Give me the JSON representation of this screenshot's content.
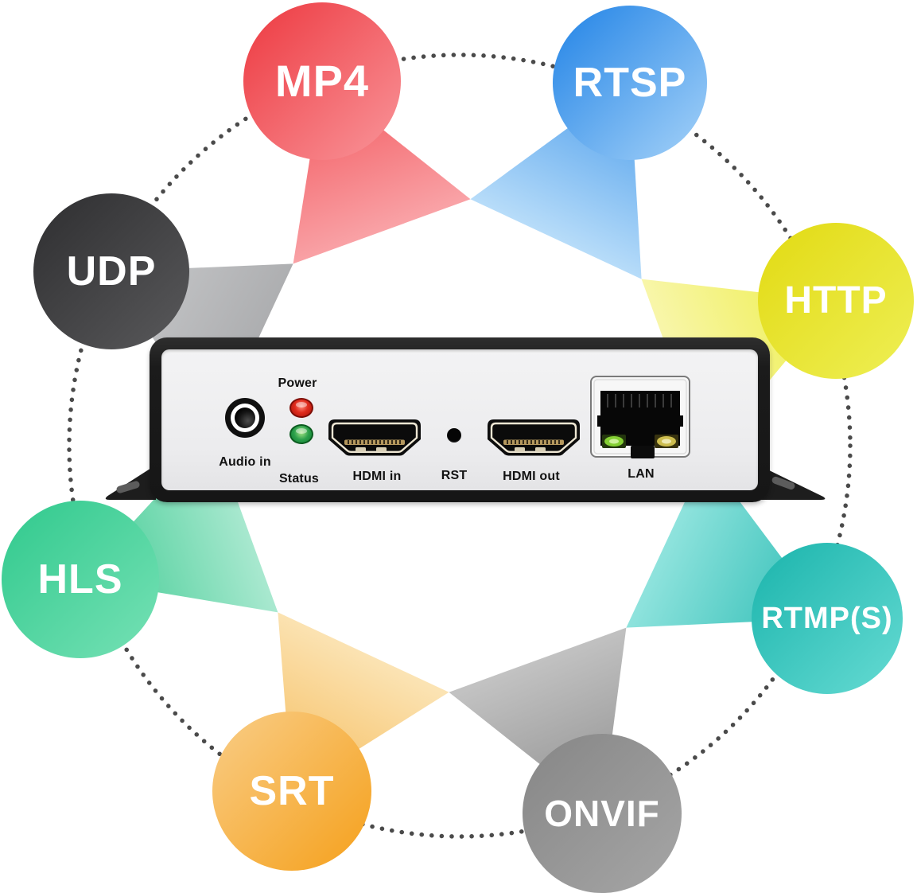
{
  "figure": {
    "description_visible_text_only": "",
    "ring_dot_color": "#4a4a4a"
  },
  "protocols": [
    {
      "id": "mp4",
      "label": "MP4",
      "circle_colors": [
        "#ed3940",
        "#f9959a"
      ],
      "beam_colors": [
        "#f2555b",
        "#f9a2a6"
      ]
    },
    {
      "id": "rtsp",
      "label": "RTSP",
      "circle_colors": [
        "#2183e6",
        "#a5d2f8"
      ],
      "beam_colors": [
        "#4a9ceb",
        "#b7dcf9"
      ]
    },
    {
      "id": "http",
      "label": "HTTP",
      "circle_colors": [
        "#e2da12",
        "#eeef55"
      ],
      "beam_colors": [
        "#eeee49",
        "#f8f6ab"
      ]
    },
    {
      "id": "rtmp",
      "label": "RTMP(S)",
      "circle_colors": [
        "#1ab4ac",
        "#66dbd3"
      ],
      "beam_colors": [
        "#2bbcb4",
        "#8fe3dd"
      ]
    },
    {
      "id": "onvif",
      "label": "ONVIF",
      "circle_colors": [
        "#868686",
        "#a6a6a6"
      ],
      "beam_colors": [
        "#8f8f8f",
        "#c2c2c2"
      ]
    },
    {
      "id": "srt",
      "label": "SRT",
      "circle_colors": [
        "#f9cd87",
        "#f5a01b"
      ],
      "beam_colors": [
        "#f6bd5e",
        "#fbe3b3"
      ]
    },
    {
      "id": "hls",
      "label": "HLS",
      "circle_colors": [
        "#30c98d",
        "#76e1b5"
      ],
      "beam_colors": [
        "#3ecb92",
        "#a8e8cf"
      ]
    },
    {
      "id": "udp",
      "label": "UDP",
      "circle_colors": [
        "#2e2e30",
        "#59595b"
      ],
      "beam_colors": [
        "#c9cacc",
        "#adaeb0"
      ]
    }
  ],
  "device": {
    "labels": {
      "audio_in": "Audio in",
      "power": "Power",
      "status": "Status",
      "hdmi_in": "HDMI in",
      "rst": "RST",
      "hdmi_out": "HDMI out",
      "lan": "LAN"
    },
    "indicator_colors": {
      "power_led": "#e02c1d",
      "status_led": "#2ca04c",
      "lan_link_led": "#84cf33",
      "lan_activity_led": "#cdbd4e"
    }
  }
}
